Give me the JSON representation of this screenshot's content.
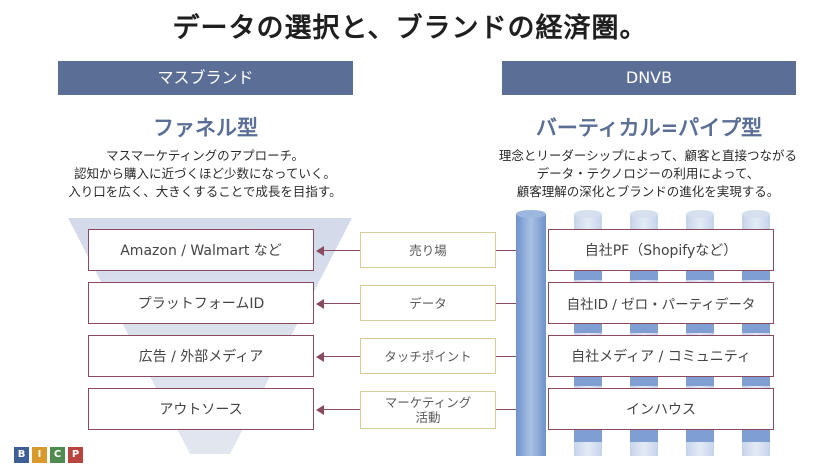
{
  "title": "データの選択と、ブランドの経済圏。",
  "left": {
    "header": "マスブランド",
    "subtitle": "ファネル型",
    "description": [
      "マスマーケティングのアプローチ。",
      "認知から購入に近づくほど少数になっていく。",
      "入り口を広く、大きくすることで成長を目指す。"
    ],
    "boxes": [
      "Amazon / Walmart など",
      "プラットフォームID",
      "広告 / 外部メディア",
      "アウトソース"
    ]
  },
  "middle": {
    "labels": [
      "売り場",
      "データ",
      "タッチポイント",
      "マーケティング\n活動"
    ]
  },
  "right": {
    "header": "DNVB",
    "subtitle": "バーティカル=パイプ型",
    "description": [
      "理念とリーダーシップによって、顧客と直接つながる",
      "データ・テクノロジーの利用によって、",
      "顧客理解の深化とブランドの進化を実現する。"
    ],
    "boxes": [
      "自社PF（Shopifyなど）",
      "自社ID / ゼロ・パーティデータ",
      "自社メディア / コミュニティ",
      "インハウス"
    ]
  },
  "logo": {
    "letters": [
      "B",
      "I",
      "C",
      "P"
    ],
    "colors": [
      "#3e5f95",
      "#d99a2b",
      "#4f8a4f",
      "#b9443e"
    ]
  },
  "colors": {
    "header_bg": "#5b6f96",
    "box_border": "#8a4a5e",
    "middle_border": "#d8cc98",
    "funnel": "#c9d2e6",
    "pipe": "#7fa0d3"
  }
}
